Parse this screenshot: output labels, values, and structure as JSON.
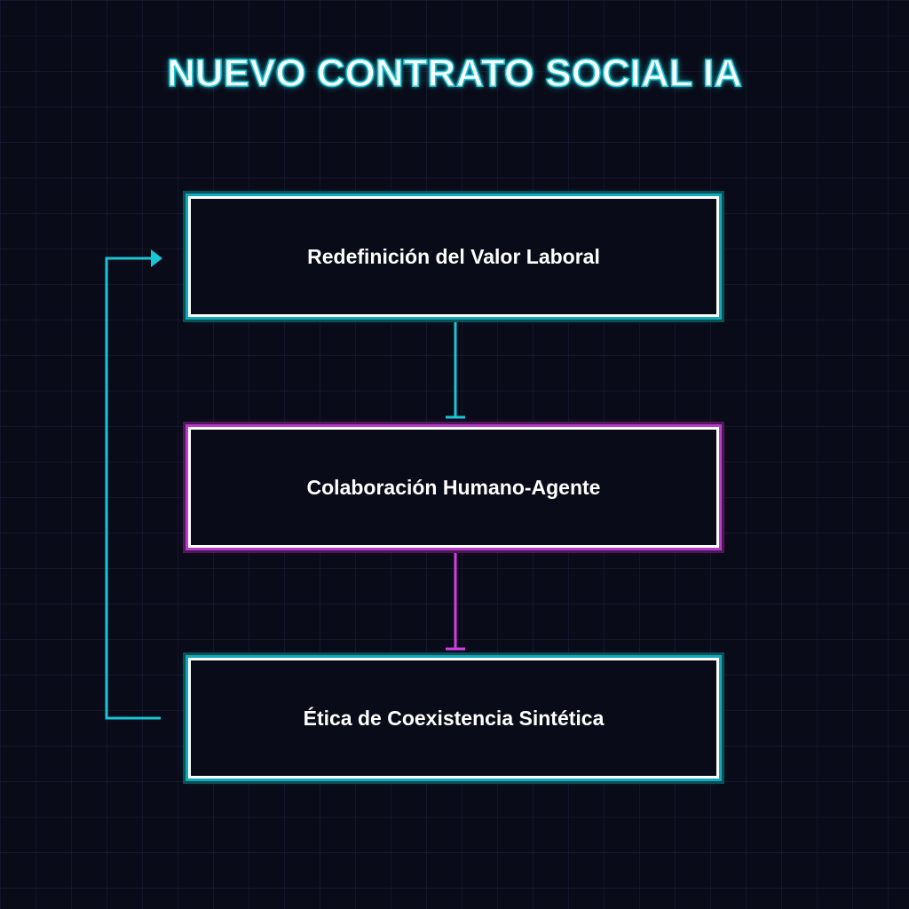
{
  "diagram": {
    "title": "NUEVO CONTRATO SOCIAL IA",
    "nodes": [
      {
        "id": "n1",
        "label": "Redefinición del Valor Laboral",
        "accent": "#19c6d6"
      },
      {
        "id": "n2",
        "label": "Colaboración Humano-Agente",
        "accent": "#d63ce6"
      },
      {
        "id": "n3",
        "label": "Ética de Coexistencia Sintética",
        "accent": "#19c6d6"
      }
    ],
    "edges": [
      {
        "from": "n1",
        "to": "n2",
        "color": "#19c6d6"
      },
      {
        "from": "n2",
        "to": "n3",
        "color": "#d63ce6"
      },
      {
        "from": "n3",
        "to": "n1",
        "color": "#19c6d6"
      }
    ]
  },
  "colors": {
    "background": "#0a0b18",
    "cyan": "#19c6d6",
    "magenta": "#d63ce6",
    "box_border": "#ffffff"
  }
}
